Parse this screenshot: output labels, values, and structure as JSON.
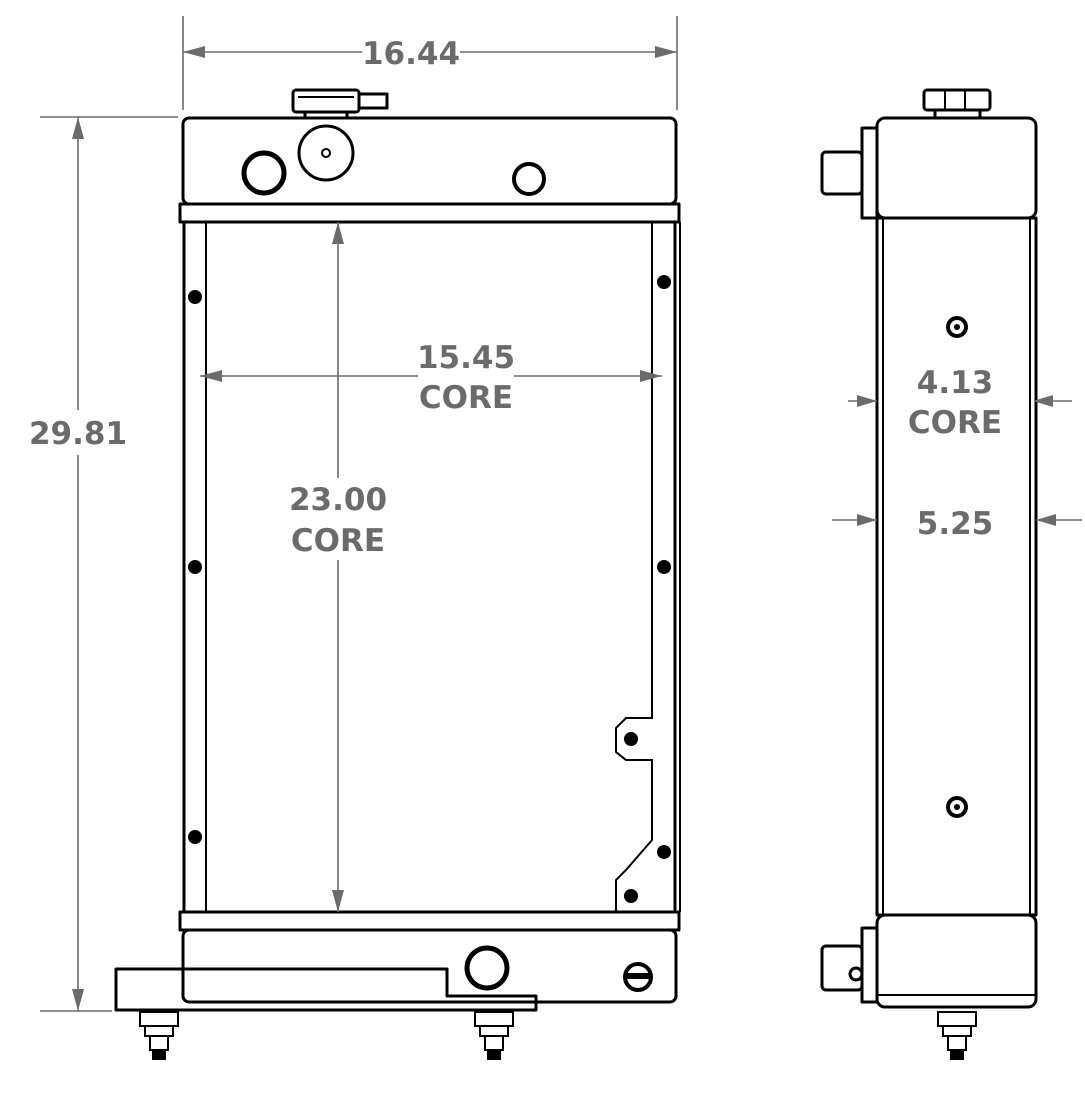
{
  "dimensions": {
    "overall_width": "16.44",
    "overall_height": "29.81",
    "core_width": "15.45",
    "core_height": "23.00",
    "core_depth": "4.13",
    "overall_depth": "5.25",
    "core_label": "CORE"
  }
}
